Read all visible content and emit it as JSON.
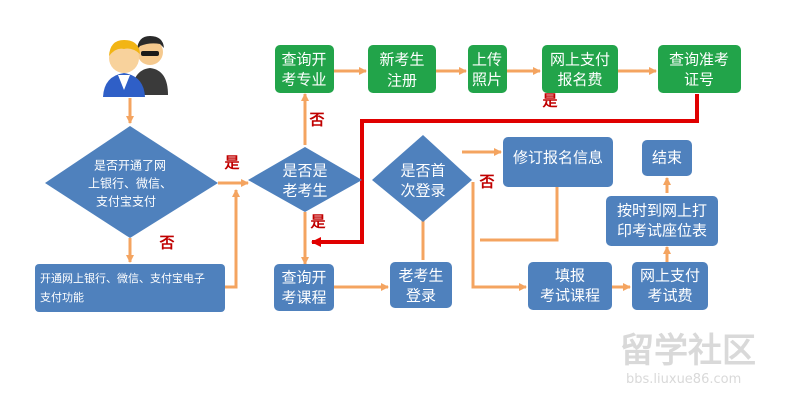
{
  "colors": {
    "blue": "#4f81bd",
    "green": "#22a44a",
    "orange": "#f4a460",
    "red": "#e00000",
    "watermark": "#d9d9d9"
  },
  "nodes": {
    "open_bank": "是否开通了网上银行、微信、支付宝支付",
    "open_bank_l1": "是否开通了网",
    "open_bank_l2": "上银行、微信、",
    "open_bank_l3": "支付宝支付",
    "open_func_l1": "开通网上银行、微信、支付宝电子",
    "open_func_l2": "支付功能",
    "old_student_l1": "是否是",
    "old_student_l2": "老考生",
    "first_login_l1": "是否首",
    "first_login_l2": "次登录",
    "query_major_l1": "查询开",
    "query_major_l2": "考专业",
    "new_register_l1": "新考生",
    "new_register_l2": "注册",
    "upload_photo_l1": "上传",
    "upload_photo_l2": "照片",
    "pay_reg_l1": "网上支付",
    "pay_reg_l2": "报名费",
    "query_ticket_l1": "查询准考",
    "query_ticket_l2": "证号",
    "revise_info": "修订报名信息",
    "end": "结束",
    "print_seat_l1": "按时到网上打",
    "print_seat_l2": "印考试座位表",
    "query_course_l1": "查询开",
    "query_course_l2": "考课程",
    "old_login_l1": "老考生",
    "old_login_l2": "登录",
    "fill_course_l1": "填报",
    "fill_course_l2": "考试课程",
    "pay_exam_l1": "网上支付",
    "pay_exam_l2": "考试费"
  },
  "edge_labels": {
    "yes1": "是",
    "no1": "否",
    "no2": "否",
    "yes2": "是",
    "yes3": "是",
    "no3": "否"
  },
  "watermark": {
    "main": "留学社区",
    "sub": "bbs.liuxue86.com"
  },
  "icons": {
    "users": "users-icon"
  }
}
